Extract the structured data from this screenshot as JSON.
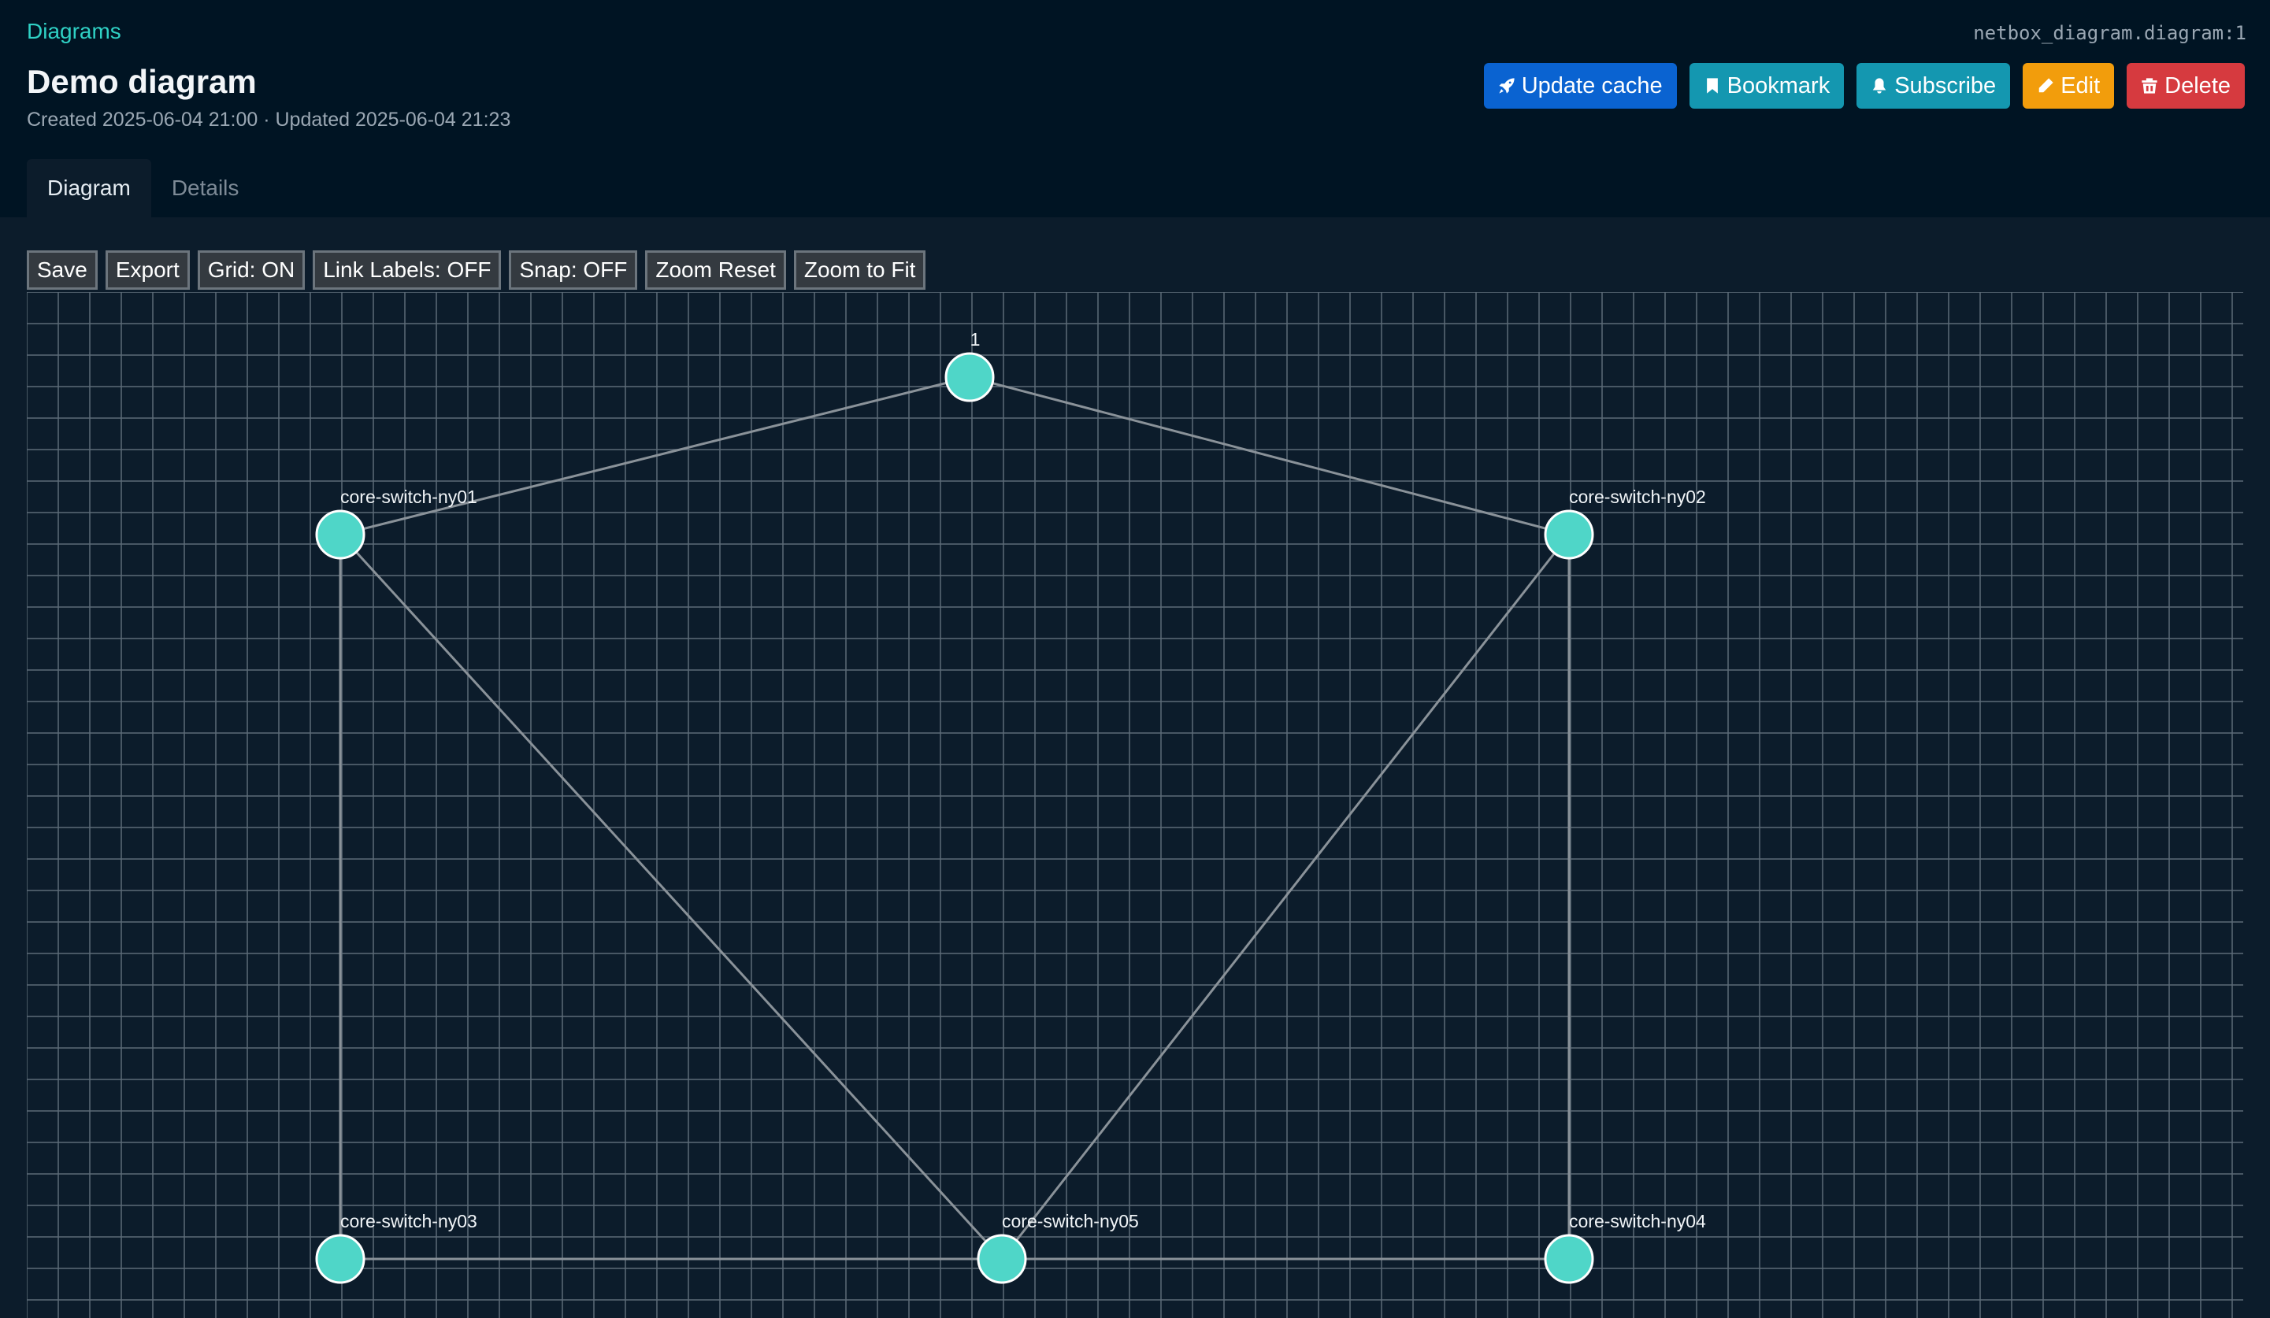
{
  "breadcrumb": "Diagrams",
  "object_id": "netbox_diagram.diagram:1",
  "title": "Demo diagram",
  "subtitle": "Created 2025-06-04 21:00 · Updated 2025-06-04 21:23",
  "actions": {
    "update_cache": "Update cache",
    "bookmark": "Bookmark",
    "subscribe": "Subscribe",
    "edit": "Edit",
    "delete": "Delete"
  },
  "tabs": [
    {
      "label": "Diagram",
      "active": true
    },
    {
      "label": "Details",
      "active": false
    }
  ],
  "toolbar": {
    "save": "Save",
    "export": "Export",
    "grid": "Grid: ON",
    "link_labels": "Link Labels: OFF",
    "snap": "Snap: OFF",
    "zoom_reset": "Zoom Reset",
    "zoom_fit": "Zoom to Fit"
  },
  "colors": {
    "accent": "#2fd1c5",
    "node_fill": "#4fd6c8",
    "link": "#8a9299",
    "grid": "#5c6b78"
  },
  "diagram": {
    "nodes": [
      {
        "id": "n1",
        "label": "1"
      },
      {
        "id": "ny01",
        "label": "core-switch-ny01"
      },
      {
        "id": "ny02",
        "label": "core-switch-ny02"
      },
      {
        "id": "ny03",
        "label": "core-switch-ny03"
      },
      {
        "id": "ny05",
        "label": "core-switch-ny05"
      },
      {
        "id": "ny04",
        "label": "core-switch-ny04"
      }
    ],
    "links": [
      {
        "from": "n1",
        "to": "ny01"
      },
      {
        "from": "n1",
        "to": "ny02"
      },
      {
        "from": "ny01",
        "to": "ny03"
      },
      {
        "from": "ny01",
        "to": "ny05"
      },
      {
        "from": "ny02",
        "to": "ny05"
      },
      {
        "from": "ny02",
        "to": "ny04"
      },
      {
        "from": "ny03",
        "to": "ny05"
      },
      {
        "from": "ny05",
        "to": "ny04"
      }
    ]
  }
}
